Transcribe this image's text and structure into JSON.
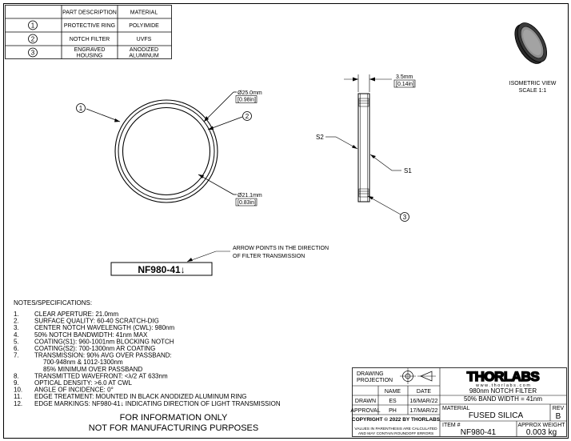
{
  "parts_table": {
    "headers": {
      "part": "PART DESCRIPTION",
      "material": "MATERIAL"
    },
    "rows": [
      {
        "num": "1",
        "part": "PROTECTIVE RING",
        "material": "POLYIMIDE"
      },
      {
        "num": "2",
        "part": "NOTCH FILTER",
        "material": "UVFS"
      },
      {
        "num": "3",
        "part": "ENGRAVED",
        "part2": "HOUSING",
        "material": "ANODIZED",
        "material2": "ALUMINUM"
      }
    ]
  },
  "front_view": {
    "callout_1": "1",
    "callout_2": "2",
    "dim_outer": "Ø25.0mm",
    "dim_outer_in": "[0.98in]",
    "dim_inner": "Ø21.1mm",
    "dim_inner_in": "[0.83in]"
  },
  "side_view": {
    "thickness": "3.5mm",
    "thickness_in": "[0.14in]",
    "s2": "S2",
    "s1": "S1",
    "callout_3": "3"
  },
  "isometric": {
    "title": "ISOMETRIC VIEW",
    "scale": "SCALE 1:1"
  },
  "engraving": {
    "text": "NF980-41↓",
    "arrow_note_1": "ARROW POINTS IN THE DIRECTION",
    "arrow_note_2": "OF FILTER TRANSMISSION"
  },
  "notes": {
    "heading": "NOTES/SPECIFICATIONS:",
    "items": [
      {
        "num": "1.",
        "text": "CLEAR APERTURE: 21.0mm"
      },
      {
        "num": "2.",
        "text": "SURFACE QUALITY: 60-40 SCRATCH-DIG"
      },
      {
        "num": "3.",
        "text": "CENTER NOTCH WAVELENGTH (CWL): 980nm"
      },
      {
        "num": "4.",
        "text": "50% NOTCH BANDWIDTH: 41nm MAX"
      },
      {
        "num": "5.",
        "text": "COATING(S1): 960-1001nm BLOCKING NOTCH"
      },
      {
        "num": "6.",
        "text": "COATING(S2): 700-1300nm AR COATING"
      },
      {
        "num": "7.",
        "text": "TRANSMISSION: 90% AVG OVER PASSBAND:"
      },
      {
        "num": "",
        "text": "700-948nm & 1012-1300nm",
        "indent": true
      },
      {
        "num": "",
        "text": "85% MINIMUM OVER PASSBAND",
        "indent": true
      },
      {
        "num": "8.",
        "text": "TRANSMITTED WAVEFRONT: <λ/2 AT 633nm"
      },
      {
        "num": "9.",
        "text": "OPTICAL DENSITY: >6.0 AT CWL"
      },
      {
        "num": "10.",
        "text": "ANGLE OF INCIDENCE: 0°"
      },
      {
        "num": "11.",
        "text": "EDGE TREATMENT: MOUNTED IN BLACK ANODIZED ALUMINUM RING"
      },
      {
        "num": "12.",
        "text": "EDGE MARKINGS: NF980-41↓ INDICATING DIRECTION OF LIGHT TRANSMISSION"
      }
    ]
  },
  "disclaimer": {
    "line1": "FOR INFORMATION ONLY",
    "line2": "NOT FOR MANUFACTURING PURPOSES"
  },
  "title_block": {
    "drawing_projection_1": "DRAWING",
    "drawing_projection_2": "PROJECTION",
    "logo": "THORLABS",
    "website": "w w w . t h o r l a b s . c o m",
    "name_header": "NAME",
    "date_header": "DATE",
    "drawn_label": "DRAWN",
    "drawn_name": "ES",
    "drawn_date": "16/MAR/22",
    "approval_label": "APPROVAL",
    "approval_name": "PH",
    "approval_date": "17/MAR/22",
    "title_line1": "980nm NOTCH FILTER",
    "title_line2": "50% BAND WIDTH = 41nm",
    "material_label": "MATERIAL",
    "material_value": "FUSED SILICA",
    "rev_label": "REV",
    "rev_value": "B",
    "copyright": "COPYRIGHT © 2022 BY THORLABS",
    "values_note_1": "VALUES IN PARENTHESIS ARE CALCULATED",
    "values_note_2": "AND MAY CONTAIN ROUNDOFF ERRORS",
    "item_label": "ITEM #",
    "item_value": "NF980-41",
    "weight_label": "APPROX WEIGHT",
    "weight_value": "0.003 kg"
  }
}
